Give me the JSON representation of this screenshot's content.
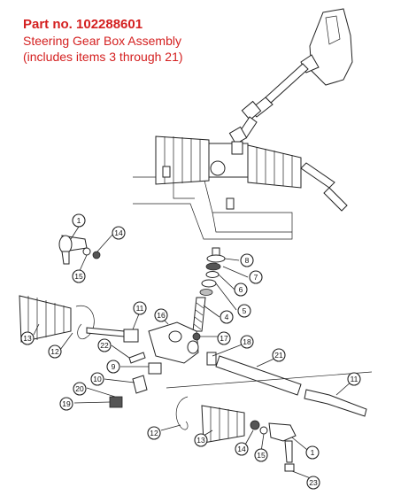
{
  "header": {
    "part_no": "Part no. 102288601",
    "line1": "Steering Gear Box Assembly",
    "line2": "(includes items 3 through 21)"
  },
  "callouts": {
    "c1a": "1",
    "c14a": "14",
    "c15a": "15",
    "c8": "8",
    "c7": "7",
    "c6": "6",
    "c5": "5",
    "c4": "4",
    "c11a": "11",
    "c16": "16",
    "c13a": "13",
    "c12a": "12",
    "c22": "22",
    "c17": "17",
    "c18": "18",
    "c9": "9",
    "c21": "21",
    "c10": "10",
    "c20": "20",
    "c19": "19",
    "c11b": "11",
    "c12b": "12",
    "c13b": "13",
    "c14b": "14",
    "c15b": "15",
    "c1b": "1",
    "c23": "23"
  },
  "colors": {
    "title": "#d42020",
    "ink": "#222222"
  }
}
